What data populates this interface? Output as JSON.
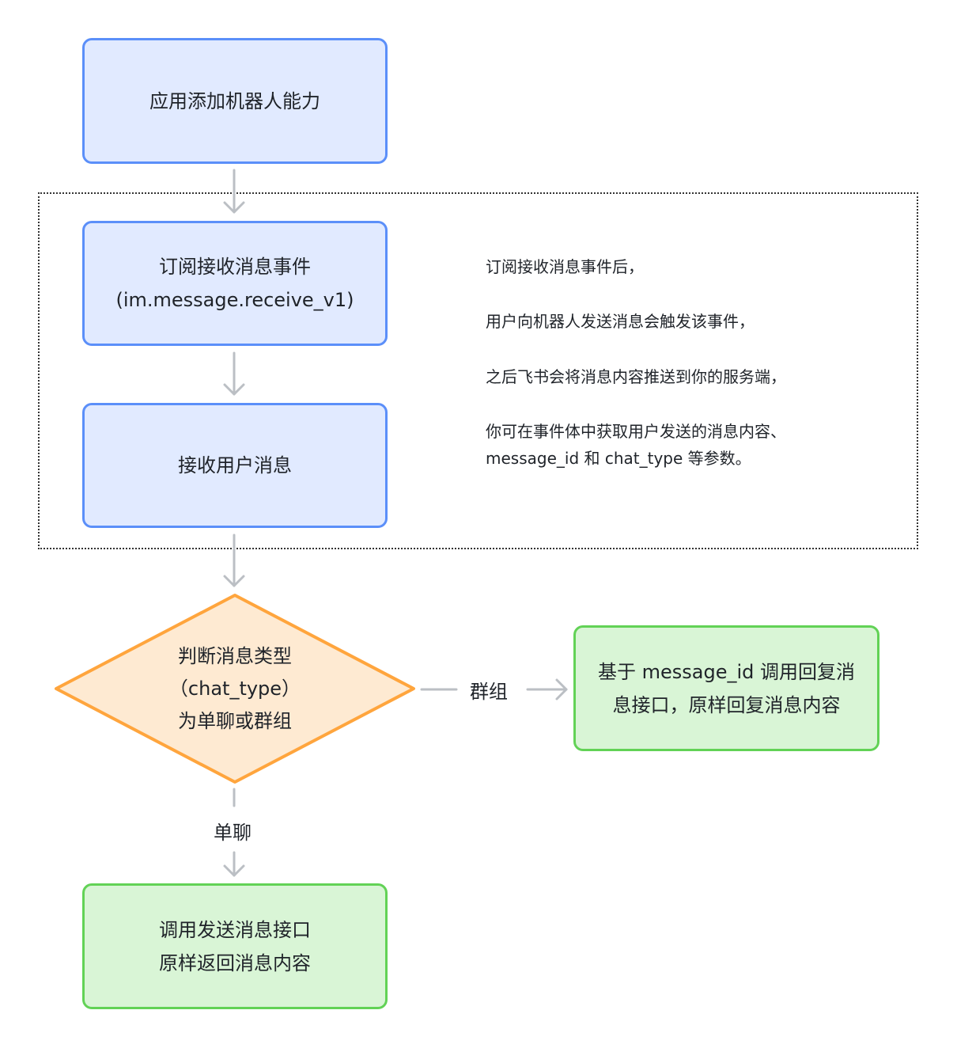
{
  "nodes": {
    "add_bot": {
      "lines": [
        "应用添加机器人能力"
      ]
    },
    "subscribe": {
      "lines": [
        "订阅接收消息事件",
        "(im.message.receive_v1)"
      ]
    },
    "receive": {
      "lines": [
        "接收用户消息"
      ]
    },
    "decision": {
      "lines": [
        "判断消息类型",
        "（chat_type）",
        "为单聊或群组"
      ]
    },
    "reply_group": {
      "lines": [
        "基于 message_id 调用回复消",
        "息接口，原样回复消息内容"
      ]
    },
    "send_p2p": {
      "lines": [
        "调用发送消息接口",
        "原样返回消息内容"
      ]
    }
  },
  "edge_labels": {
    "group": "群组",
    "p2p": "单聊"
  },
  "note": {
    "lines": [
      "订阅接收消息事件后，",
      "用户向机器人发送消息会触发该事件，",
      "之后飞书会将消息内容推送到你的服务端，",
      "你可在事件体中获取用户发送的消息内容、",
      "message_id 和 chat_type 等参数。"
    ]
  },
  "colors": {
    "blue_fill": "#e1eaff",
    "blue_stroke": "#5b8ff9",
    "orange_fill": "#feead2",
    "orange_stroke": "#ffa53d",
    "green_fill": "#d9f5d6",
    "green_stroke": "#62d256",
    "connector": "#bbbfc4"
  }
}
